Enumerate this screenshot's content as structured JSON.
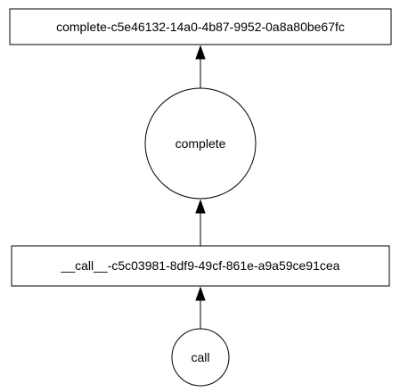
{
  "nodes": {
    "complete_id": {
      "label": "complete-c5e46132-14a0-4b87-9952-0a8a80be67fc",
      "shape": "box"
    },
    "complete": {
      "label": "complete",
      "shape": "circle"
    },
    "call_id": {
      "label": "__call__-c5c03981-8df9-49cf-861e-a9a59ce91cea",
      "shape": "box"
    },
    "call": {
      "label": "call",
      "shape": "circle"
    }
  },
  "edges": [
    {
      "from": "call",
      "to": "call_id"
    },
    {
      "from": "call_id",
      "to": "complete"
    },
    {
      "from": "complete",
      "to": "complete_id"
    }
  ],
  "colors": {
    "stroke": "#000000",
    "fill": "#ffffff",
    "text": "#000000"
  }
}
